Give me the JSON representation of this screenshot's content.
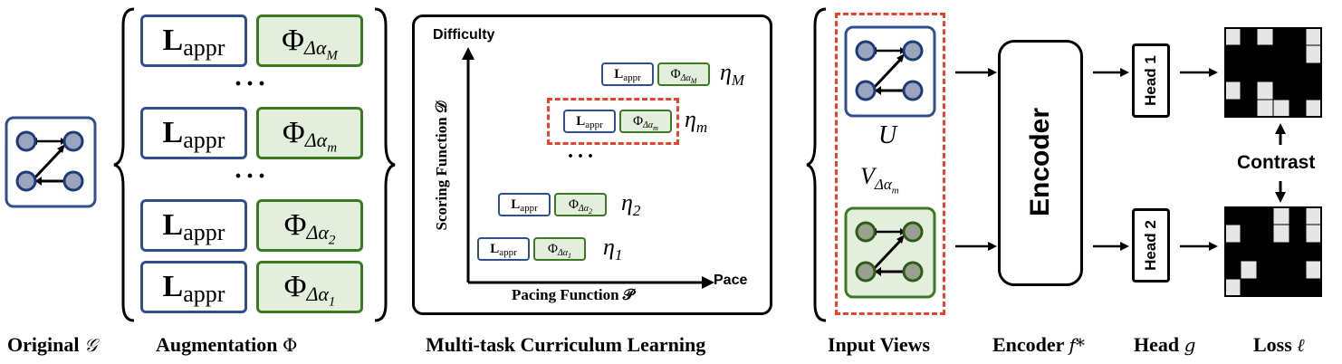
{
  "captions": {
    "original": "Original",
    "original_sym": "𝒢",
    "augmentation": "Augmentation",
    "augmentation_sym": "Φ",
    "curriculum": "Multi-task Curriculum Learning",
    "input_views": "Input Views",
    "encoder": "Encoder",
    "encoder_sym": "f*",
    "head": "Head",
    "head_sym": "g",
    "loss": "Loss",
    "loss_sym": "ℓ"
  },
  "augmentation": {
    "l_main": "L",
    "l_sub": "appr",
    "phi": "Φ",
    "rows": [
      {
        "sub": "Δα",
        "idx": "M"
      },
      {
        "sub": "Δα",
        "idx": "m"
      },
      {
        "sub": "Δα",
        "idx": "2"
      },
      {
        "sub": "Δα",
        "idx": "1"
      }
    ],
    "ellipsis": "···"
  },
  "curriculum": {
    "y_axis": "Difficulty",
    "x_axis": "Pace",
    "y_label": "Scoring Function 𝒟",
    "x_label": "Pacing Function 𝒫",
    "ellipsis": "···",
    "tasks": [
      {
        "idx": "M",
        "eta": "η",
        "highlight": false
      },
      {
        "idx": "m",
        "eta": "η",
        "highlight": true
      },
      {
        "idx": "2",
        "eta": "η",
        "highlight": false
      },
      {
        "idx": "1",
        "eta": "η",
        "highlight": false
      }
    ]
  },
  "views": {
    "u_label": "U",
    "v_label": "V",
    "v_sub": "Δα",
    "v_idx": "m"
  },
  "encoder_label": "Encoder",
  "heads": [
    "Head 1",
    "Head 2"
  ],
  "contrast_label": "Contrast",
  "colors": {
    "blue_border": "#2f4f8f",
    "green_border": "#3c7a22",
    "green_fill": "#e4eedc",
    "node_fill": "#9aa4bd",
    "node_fill_green": "#9aa08f",
    "red_dash": "#e8412c",
    "matrix_light": "#e6e6e6"
  },
  "matrices": {
    "top": [
      [
        1,
        0,
        1,
        0,
        0,
        1
      ],
      [
        0,
        0,
        0,
        0,
        0,
        1
      ],
      [
        0,
        0,
        0,
        0,
        0,
        0
      ],
      [
        1,
        0,
        1,
        0,
        0,
        0
      ],
      [
        0,
        0,
        1,
        1,
        0,
        1
      ]
    ],
    "bottom": [
      [
        0,
        0,
        0,
        1,
        0,
        1
      ],
      [
        1,
        0,
        0,
        1,
        0,
        1
      ],
      [
        0,
        0,
        0,
        0,
        0,
        0
      ],
      [
        0,
        1,
        0,
        0,
        0,
        1
      ],
      [
        1,
        0,
        0,
        0,
        0,
        0
      ]
    ]
  }
}
